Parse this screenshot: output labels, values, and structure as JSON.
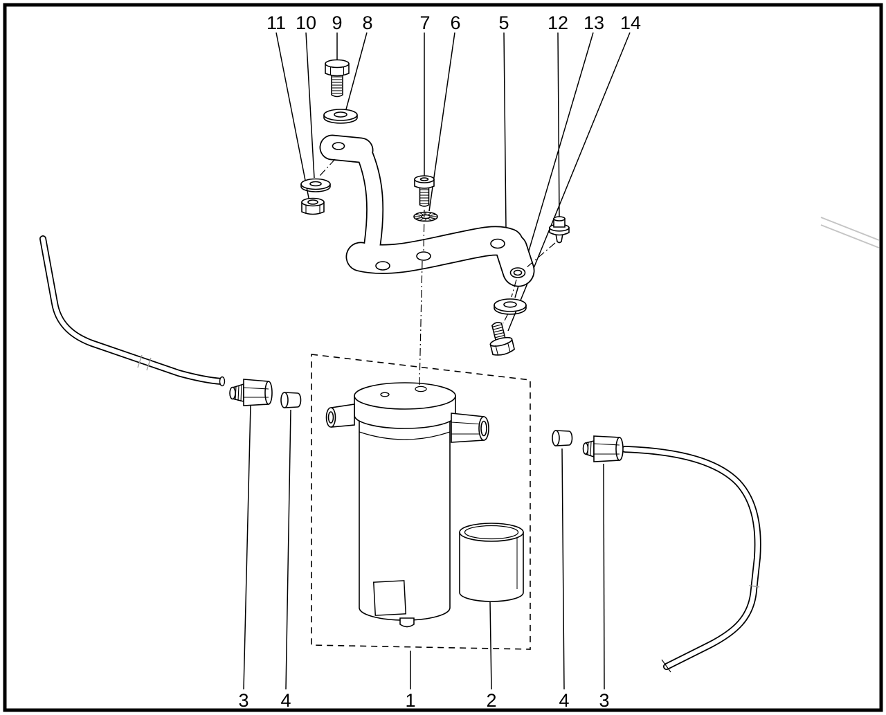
{
  "colors": {
    "background": "#ffffff",
    "line": "#000000",
    "faint_line": "#c4c4c4"
  },
  "callouts": {
    "top": {
      "n11": "11",
      "n10": "10",
      "n9": "9",
      "n8": "8",
      "n7": "7",
      "n6": "6",
      "n5": "5",
      "n12": "12",
      "n13": "13",
      "n14": "14"
    },
    "bottom": {
      "n3_left": "3",
      "n4_left": "4",
      "n1": "1",
      "n2": "2",
      "n4_right": "4",
      "n3_right": "3"
    }
  }
}
